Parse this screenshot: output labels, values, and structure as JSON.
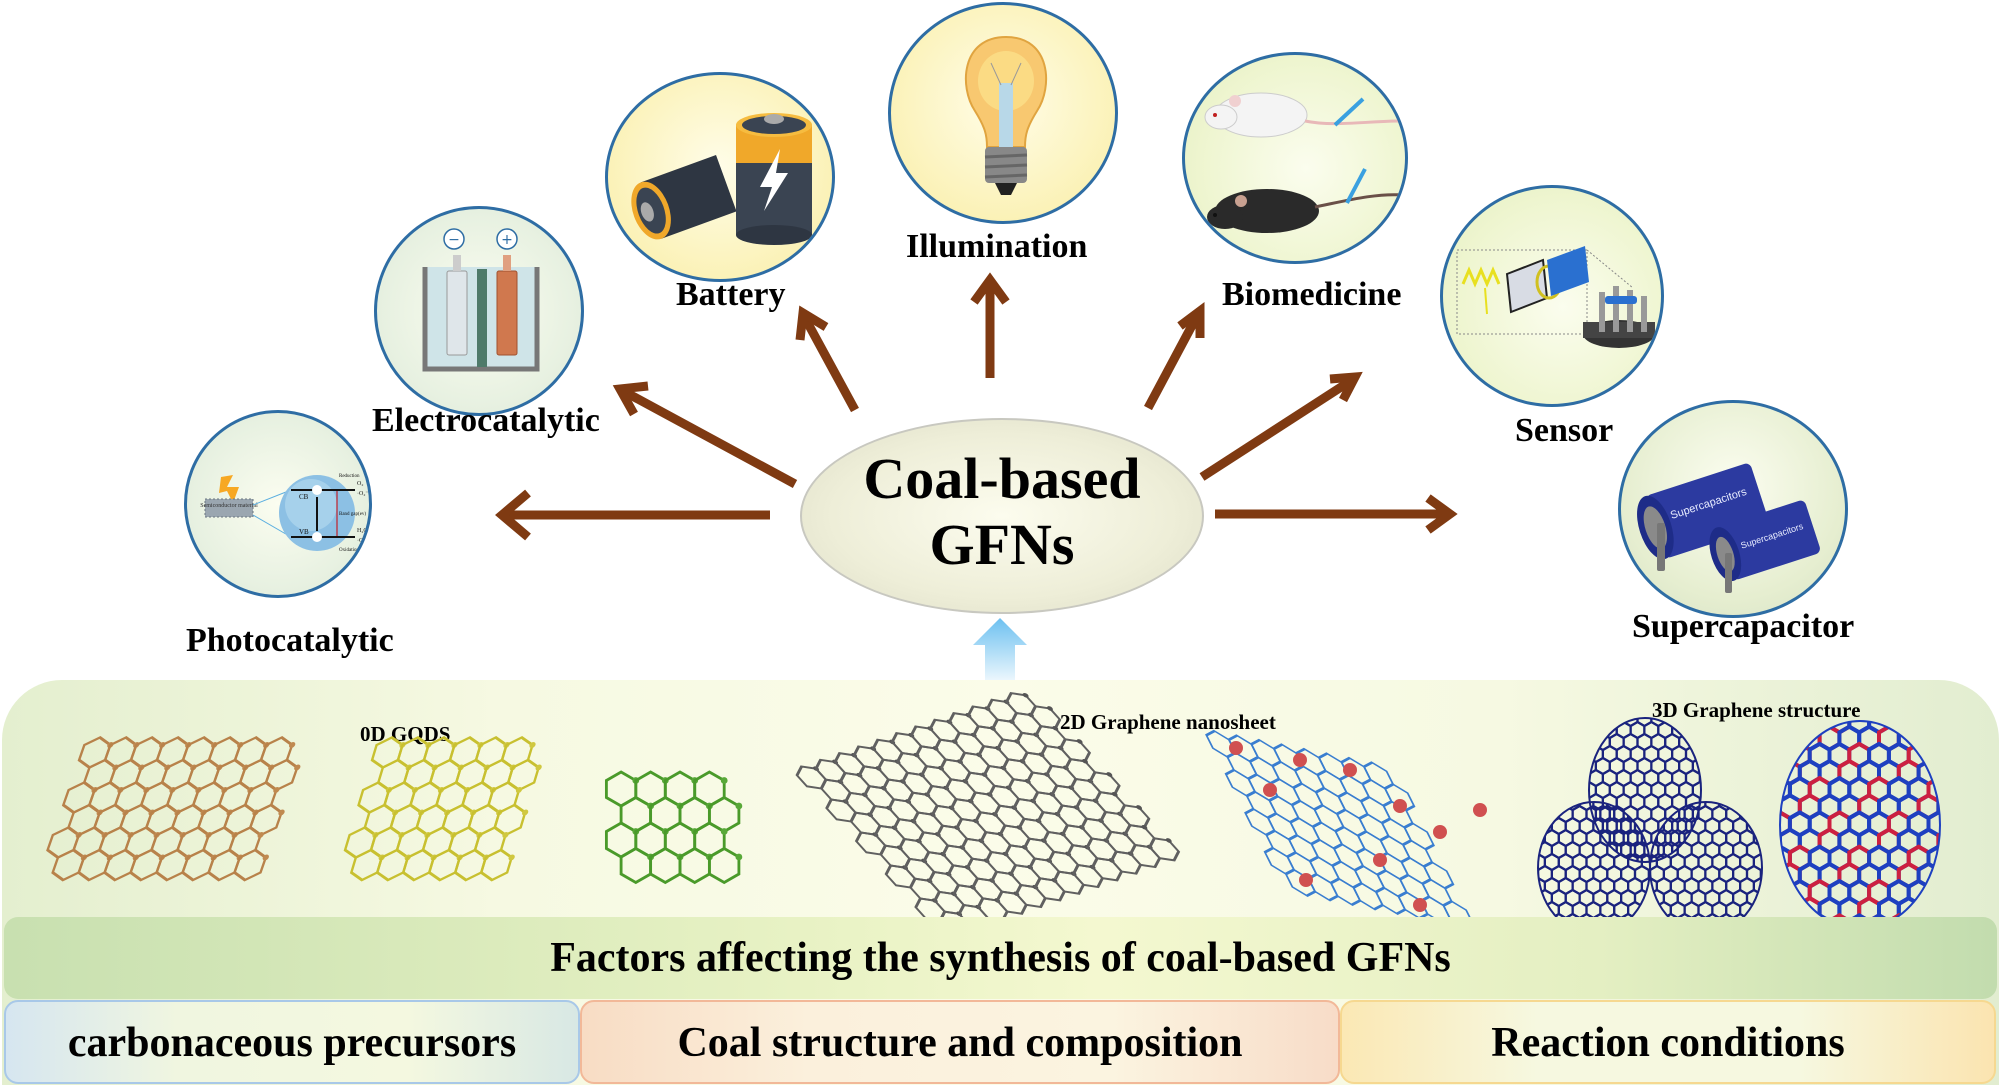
{
  "center": {
    "line1": "Coal-based",
    "line2": "GFNs"
  },
  "applications": [
    {
      "id": "photocatalytic",
      "label": "Photocatalytic",
      "icon": "photocatalysis-band-diagram-icon"
    },
    {
      "id": "electrocatalytic",
      "label": "Electrocatalytic",
      "icon": "electrolytic-cell-icon"
    },
    {
      "id": "battery",
      "label": "Battery",
      "icon": "battery-icon"
    },
    {
      "id": "illumination",
      "label": "Illumination",
      "icon": "light-bulb-icon"
    },
    {
      "id": "biomedicine",
      "label": "Biomedicine",
      "icon": "mice-injection-icon"
    },
    {
      "id": "sensor",
      "label": "Sensor",
      "icon": "gas-sensor-icon"
    },
    {
      "id": "supercapacitor",
      "label": "Supercapacitor",
      "icon": "supercapacitor-icon"
    }
  ],
  "photocatalysis_diagram": {
    "material": "Semiconductor material",
    "cb": "CB",
    "vb": "VB",
    "electron": "e⁻",
    "hole": "h⁺",
    "band_gap": "Band gap(ev)",
    "reduction": "Reduction",
    "o2": "O₂",
    "o2_radical": "·O₂⁻",
    "h2o": "H₂O",
    "oh_radical": "·OH",
    "oxidation": "Oxidation"
  },
  "electrolytic_cell": {
    "negative": "−",
    "positive": "+"
  },
  "supercapacitor_brand": "Supercapacitors",
  "structures": {
    "zero_d": "0D GQDS",
    "two_d": "2D Graphene nanosheet",
    "three_d": "3D Graphene structure"
  },
  "factors": {
    "title": "Factors affecting the synthesis of coal-based GFNs",
    "items": [
      "carbonaceous precursors",
      "Coal structure and composition",
      "Reaction conditions"
    ]
  },
  "colors": {
    "arrow": "#7f3a12",
    "circle_border": "#2e6da4",
    "up_arrow": "#7cc8f0"
  }
}
